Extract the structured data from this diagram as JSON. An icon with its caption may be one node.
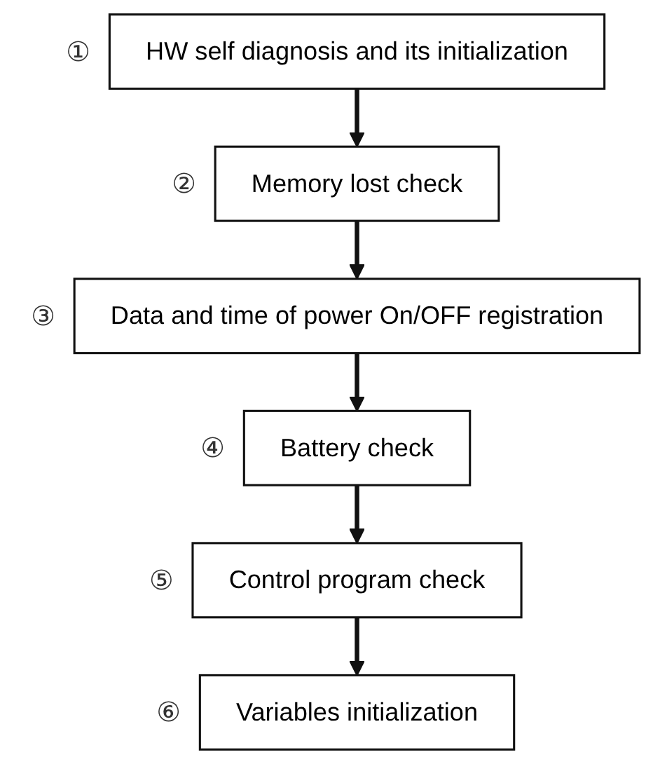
{
  "diagram": {
    "nodes": [
      {
        "text": [
          "HW self diagnosis and its initialization"
        ],
        "beside": [
          "①"
        ]
      },
      {
        "text": [
          "Memory lost check"
        ],
        "beside": [
          "②"
        ]
      },
      {
        "text": [
          "Data and time of power On/OFF registration"
        ],
        "beside": [
          "③"
        ]
      },
      {
        "text": [
          "Battery check"
        ],
        "beside": [
          "④"
        ]
      },
      {
        "text": [
          "Control program check"
        ],
        "beside": [
          "⑤"
        ]
      },
      {
        "text": [
          "Variables initialization"
        ],
        "beside": [
          "⑥"
        ]
      }
    ],
    "edges": [
      {
        "from": 0,
        "to": 1,
        "arrow": "to"
      },
      {
        "from": 1,
        "to": 2,
        "arrow": "to"
      },
      {
        "from": 2,
        "to": 3,
        "arrow": "to"
      },
      {
        "from": 3,
        "to": 4,
        "arrow": "to"
      },
      {
        "from": 4,
        "to": 5,
        "arrow": "to"
      }
    ]
  }
}
